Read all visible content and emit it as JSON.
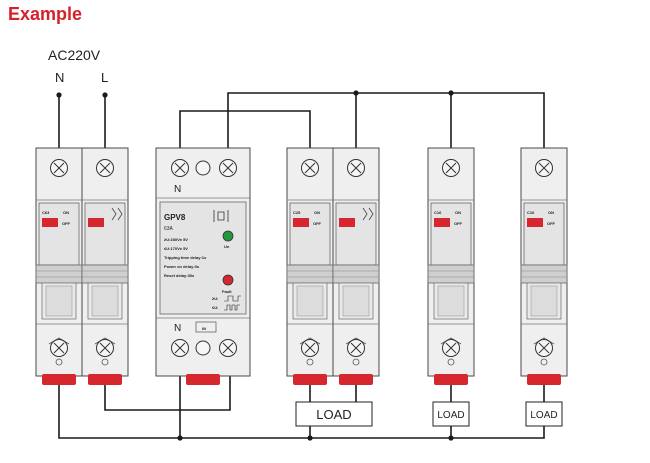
{
  "title": "Example",
  "supply": {
    "label": "AC220V",
    "n_label": "N",
    "l_label": "L"
  },
  "breaker_main": {
    "rating": "C63",
    "on": "ON",
    "off": "OFF"
  },
  "breaker_c25": {
    "rating": "C25",
    "on": "ON",
    "off": "OFF"
  },
  "breaker_c16a": {
    "rating": "C16",
    "on": "ON",
    "off": "OFF"
  },
  "breaker_c16b": {
    "rating": "C16",
    "on": "ON",
    "off": "OFF"
  },
  "protector": {
    "model": "GPV8",
    "current": "63A",
    "over_voltage": "≥U:280V± 5V",
    "under_voltage": "≤U:170V± 5V",
    "tripping_delay": "Tripping time delay:1s",
    "power_on_delay": "Power on delay:3s",
    "reset_delay": "Reset delay:30s",
    "indicator_un": "Un",
    "indicator_fault": "Fault",
    "n_top": "N",
    "n_bottom": "N",
    "in_label": "IN",
    "legend_over": "≥U:",
    "legend_under": "≤U:"
  },
  "loads": {
    "load1": "LOAD",
    "load2": "LOAD",
    "load3": "LOAD"
  },
  "colors": {
    "title": "#d6202a",
    "handle": "#d7272e",
    "un_led": "#1f9a3a",
    "fault_led": "#d7272e"
  }
}
